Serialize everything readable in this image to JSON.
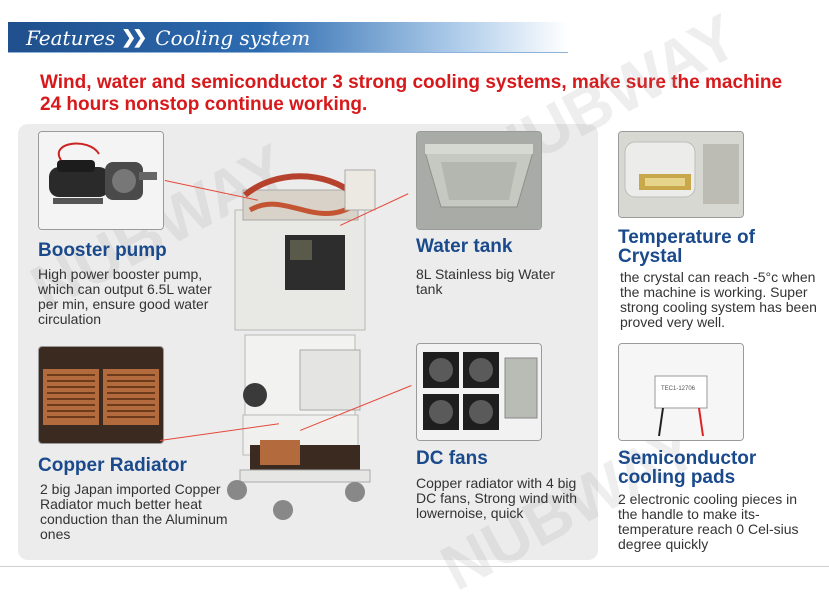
{
  "header": {
    "features_label": "Features",
    "section_label": "Cooling system"
  },
  "headline": "Wind, water and semiconductor 3 strong cooling systems, make sure the machine 24 hours nonstop continue working.",
  "watermark": "NUBWAY",
  "features": {
    "booster_pump": {
      "title": "Booster pump",
      "text": "High power booster pump, which can output 6.5L water per min, ensure good water circulation"
    },
    "copper_radiator": {
      "title": "Copper Radiator",
      "text": "2 big Japan imported Copper Radiator much better heat conduction than the Aluminum ones"
    },
    "water_tank": {
      "title": "Water tank",
      "text": "8L Stainless big Water tank"
    },
    "dc_fans": {
      "title": "DC fans",
      "text": "Copper radiator with 4 big DC fans, Strong wind with lowernoise, quick"
    },
    "temperature_of_crystal": {
      "title": "Temperature of Crystal",
      "text": "the crystal can reach -5°c when the machine is working. Super strong cooling system has been proved very well."
    },
    "semiconductor_pads": {
      "title": "Semiconductor cooling pads",
      "text": "2 electronic cooling pieces in the handle to make its-temperature reach 0 Cel-sius degree quickly"
    }
  },
  "chip_label": "TEC1-12706",
  "colors": {
    "headline_red": "#d7191c",
    "title_blue": "#1a4a8c",
    "header_blue": "#1f4f8c"
  }
}
